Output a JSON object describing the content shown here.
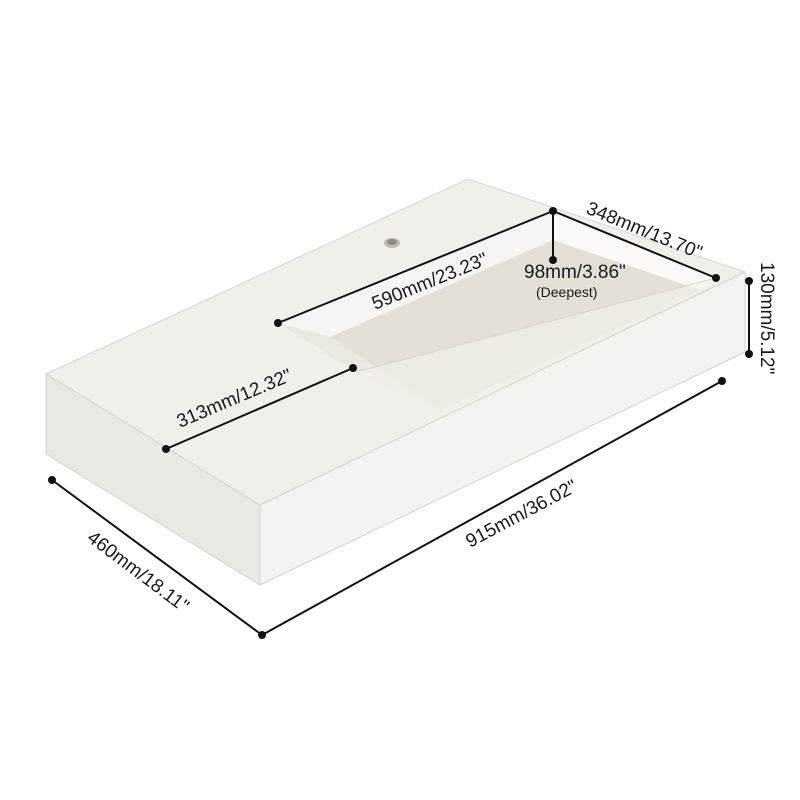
{
  "dimensions": {
    "depth_basin": "348mm/13.70\"",
    "length_basin": "590mm/23.23\"",
    "depth_deepest": "98mm/3.86\"",
    "depth_deepest_note": "(Deepest)",
    "height": "130mm/5.12\"",
    "shelf_width": "313mm/12.32\"",
    "total_length": "915mm/36.02\"",
    "total_width": "460mm/18.11\""
  },
  "colors": {
    "top": "#f1efea",
    "front": "#f4f3ef",
    "left": "#e9e7e1",
    "basin_floor": "#e2ded6",
    "basin_wall": "#f7f6f2",
    "line": "#111111"
  }
}
